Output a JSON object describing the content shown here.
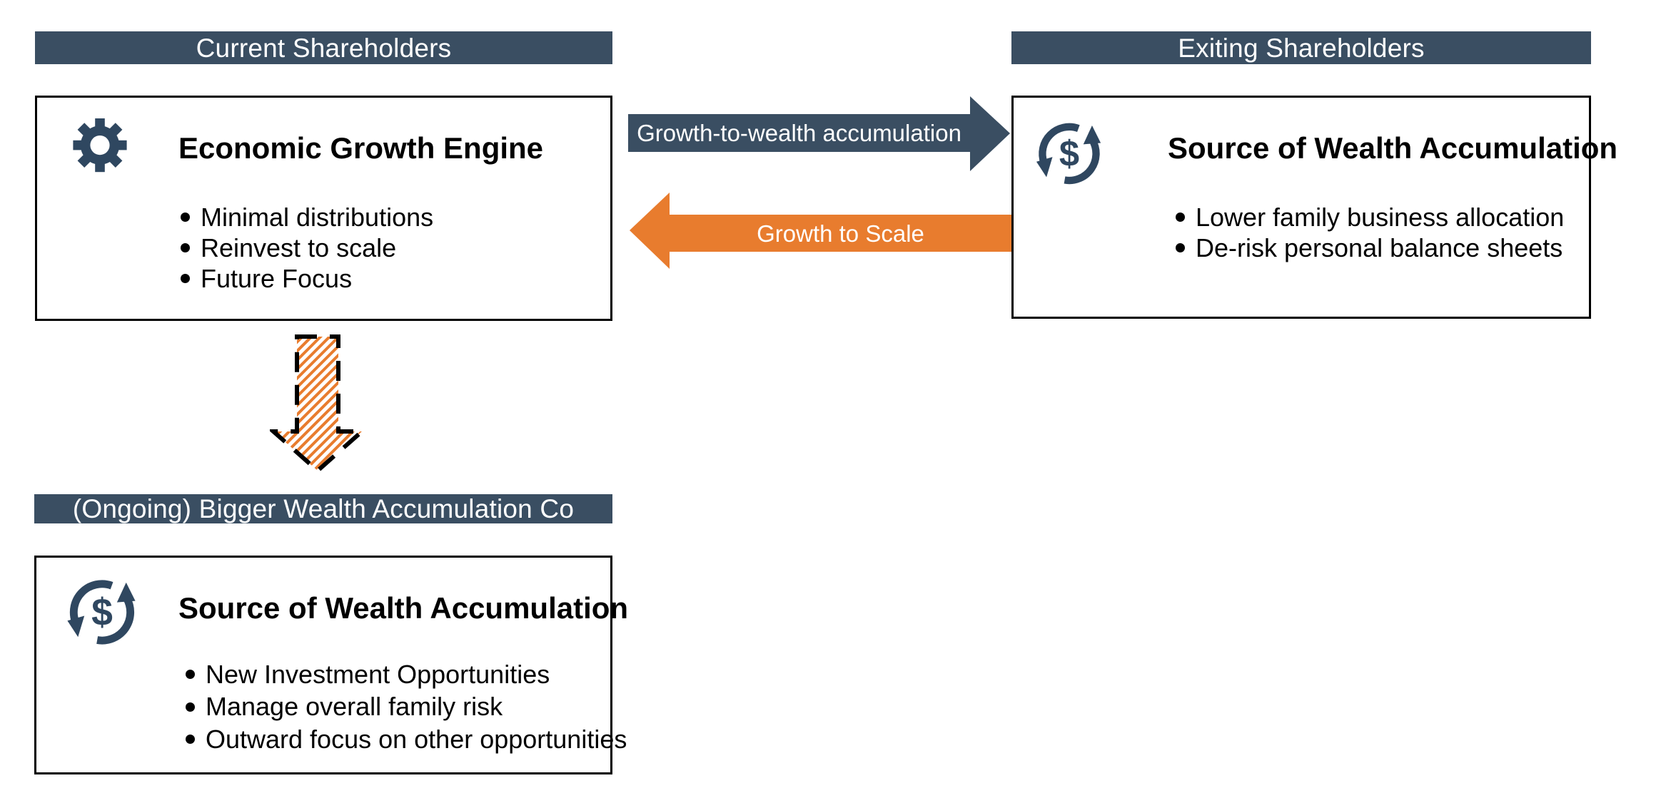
{
  "colors": {
    "navy": "#3A4E62",
    "navy_icon": "#2F4760",
    "orange": "#E87C2E"
  },
  "headers": {
    "current": "Current Shareholders",
    "exiting": "Exiting Shareholders",
    "ongoing": "(Ongoing) Bigger Wealth Accumulation Co"
  },
  "boxes": {
    "growth_engine": {
      "icon": "gear-icon",
      "title": "Economic Growth Engine",
      "bullets": [
        "Minimal distributions",
        "Reinvest to scale",
        "Future Focus"
      ]
    },
    "wealth_exiting": {
      "icon": "money-cycle-icon",
      "title": "Source of Wealth Accumulation",
      "bullets": [
        "Lower family business allocation",
        "De-risk personal balance sheets"
      ]
    },
    "wealth_ongoing": {
      "icon": "money-cycle-icon",
      "title": "Source of Wealth Accumulation",
      "bullets": [
        "New Investment Opportunities",
        "Manage overall family risk",
        "Outward focus on other opportunities"
      ]
    }
  },
  "arrows": {
    "to_wealth": {
      "label": "Growth-to-wealth accumulation",
      "direction": "right",
      "color": "#3A4E62"
    },
    "to_scale": {
      "label": "Growth to Scale",
      "direction": "left",
      "color": "#E87C2E"
    },
    "to_ongoing": {
      "label": "",
      "direction": "down",
      "style": "black-dashed-outline, orange-diagonal-hatch"
    }
  },
  "icons": {
    "dollar_symbol": "$"
  }
}
